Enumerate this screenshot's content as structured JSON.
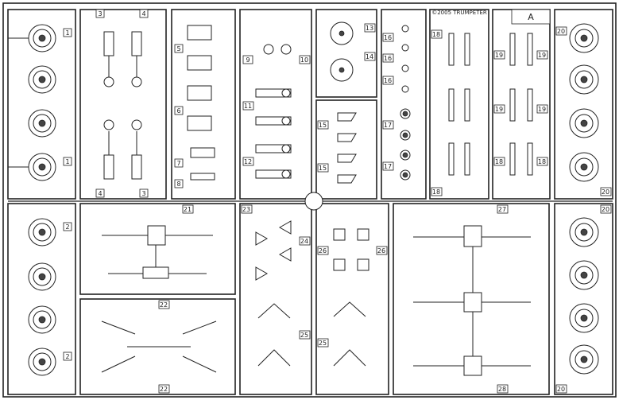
{
  "sheet": {
    "sprue_letter": "A",
    "copyright": "©2005 TRUMPETER"
  },
  "labels": {
    "p1": "1",
    "p2": "2",
    "p3": "3",
    "p4": "4",
    "p5": "5",
    "p6": "6",
    "p7": "7",
    "p8": "8",
    "p9": "9",
    "p10": "10",
    "p11": "11",
    "p12": "12",
    "p13": "13",
    "p14": "14",
    "p15": "15",
    "p16": "16",
    "p17": "17",
    "p18": "18",
    "p19": "19",
    "p20": "20",
    "p21": "21",
    "p22": "22",
    "p23": "23",
    "p24": "24",
    "p25": "25",
    "p26": "26",
    "p27": "27",
    "p28": "28"
  }
}
